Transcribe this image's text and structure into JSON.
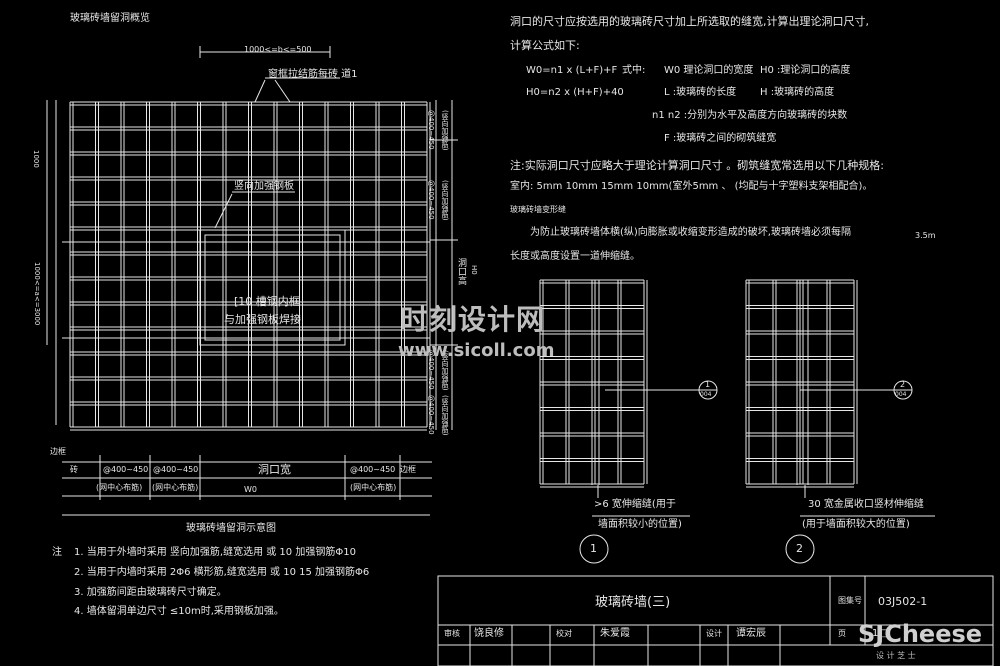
{
  "left_panel": {
    "title": "玻璃砖墙留洞概览",
    "dims": {
      "top_span": "1000<=b<=500",
      "left_height": "1000",
      "left_height2": "1000<=a<=3000"
    },
    "callouts": {
      "frame": "窗框拉结筋每砖 道1",
      "steel_plate": "竖向加强钢板",
      "channel_1": "[10 槽钢内框",
      "channel_2": "与加强钢板焊接"
    },
    "right_side_labels": [
      "@400~450",
      "(竖向加强筋)",
      "@400~450",
      "(竖向加强筋)",
      "洞口高",
      "H0",
      "@400~450",
      "(竖向加强筋)",
      "@400~450",
      "(竖向加强筋)"
    ],
    "bottom_labels": {
      "edge_left": "边框",
      "brick": "砖",
      "s1": "@400~450",
      "s2": "@400~450",
      "opening_width": "洞口宽",
      "s3": "@400~450",
      "edge_right": "边框",
      "mid1": "(网中心布筋)",
      "mid2": "(网中心布筋)",
      "mid3": "(网中心布筋)",
      "w0": "W0"
    },
    "caption": "玻璃砖墙留洞示意图"
  },
  "notes": {
    "title": "注",
    "items": [
      "1. 当用于外墙时采用 竖向加强筋,缝宽选用 或 10 加强钢筋Φ10",
      "2. 当用于内墙时采用 2Φ6 横形筋,缝宽选用 或 10 15 加强钢筋Φ6",
      "3. 加强筋间距由玻璃砖尺寸确定。",
      "4. 墙体留洞单边尺寸 ≤10m时,采用钢板加强。"
    ]
  },
  "right_text": {
    "intro": "洞口的尺寸应按选用的玻璃砖尺寸加上所选取的缝宽,计算出理论洞口尺寸,",
    "formula_title": "计算公式如下:",
    "f1": "W0=n1 x (L+F)+F",
    "f2": "H0=n2 x (H+F)+40",
    "where": "式中:",
    "d1": "W0 理论洞口的宽度",
    "d1b": "H0 :理论洞口的高度",
    "d2": "L :玻璃砖的长度",
    "d2b": "H :玻璃砖的高度",
    "d3": "n1 n2 :分别为水平及高度方向玻璃砖的块数",
    "d4": "F :玻璃砖之间的砌筑缝宽",
    "note_line": "注:实际洞口尺寸应略大于理论计算洞口尺寸 。砌筑缝宽常选用以下几种规格:",
    "sizes": "室内: 5mm 10mm 15mm 10mm(室外5mm 、 (均配与十字塑料支架相配合)。",
    "deform_title": "玻璃砖墙变形缝",
    "deform_1": "为防止玻璃砖墙体横(纵)向膨胀或收缩变形造成的破坏,玻璃砖墙必须每隔",
    "deform_1b": "3.5m",
    "deform_2": "长度或高度设置一道伸缩缝。"
  },
  "details": {
    "d1_marker_num": "1",
    "d1_marker_ref": "004",
    "d1_label_1": ">6 宽伸缩缝(用于",
    "d1_label_2": "墙面积较小的位置)",
    "d1_circle": "1",
    "d2_marker_num": "2",
    "d2_marker_ref": "004",
    "d2_label_1": "30 宽金属收口竖材伸缩缝",
    "d2_label_2": "(用于墙面积较大的位置)",
    "d2_circle": "2"
  },
  "title_block": {
    "title": "玻璃砖墙(三)",
    "atlas_label": "图集号",
    "atlas_no": "03J502-1",
    "row": [
      "审核",
      "饶良修",
      "",
      "校对",
      "朱爱霞",
      "",
      "设计",
      "谭宏辰",
      "",
      "页"
    ],
    "page_no": "1□"
  },
  "watermarks": {
    "site_cn": "时刻设计网",
    "site_url": "www.sicoll.com",
    "brand": "SJCheese",
    "brand_sub": "设 计 芝 士"
  }
}
